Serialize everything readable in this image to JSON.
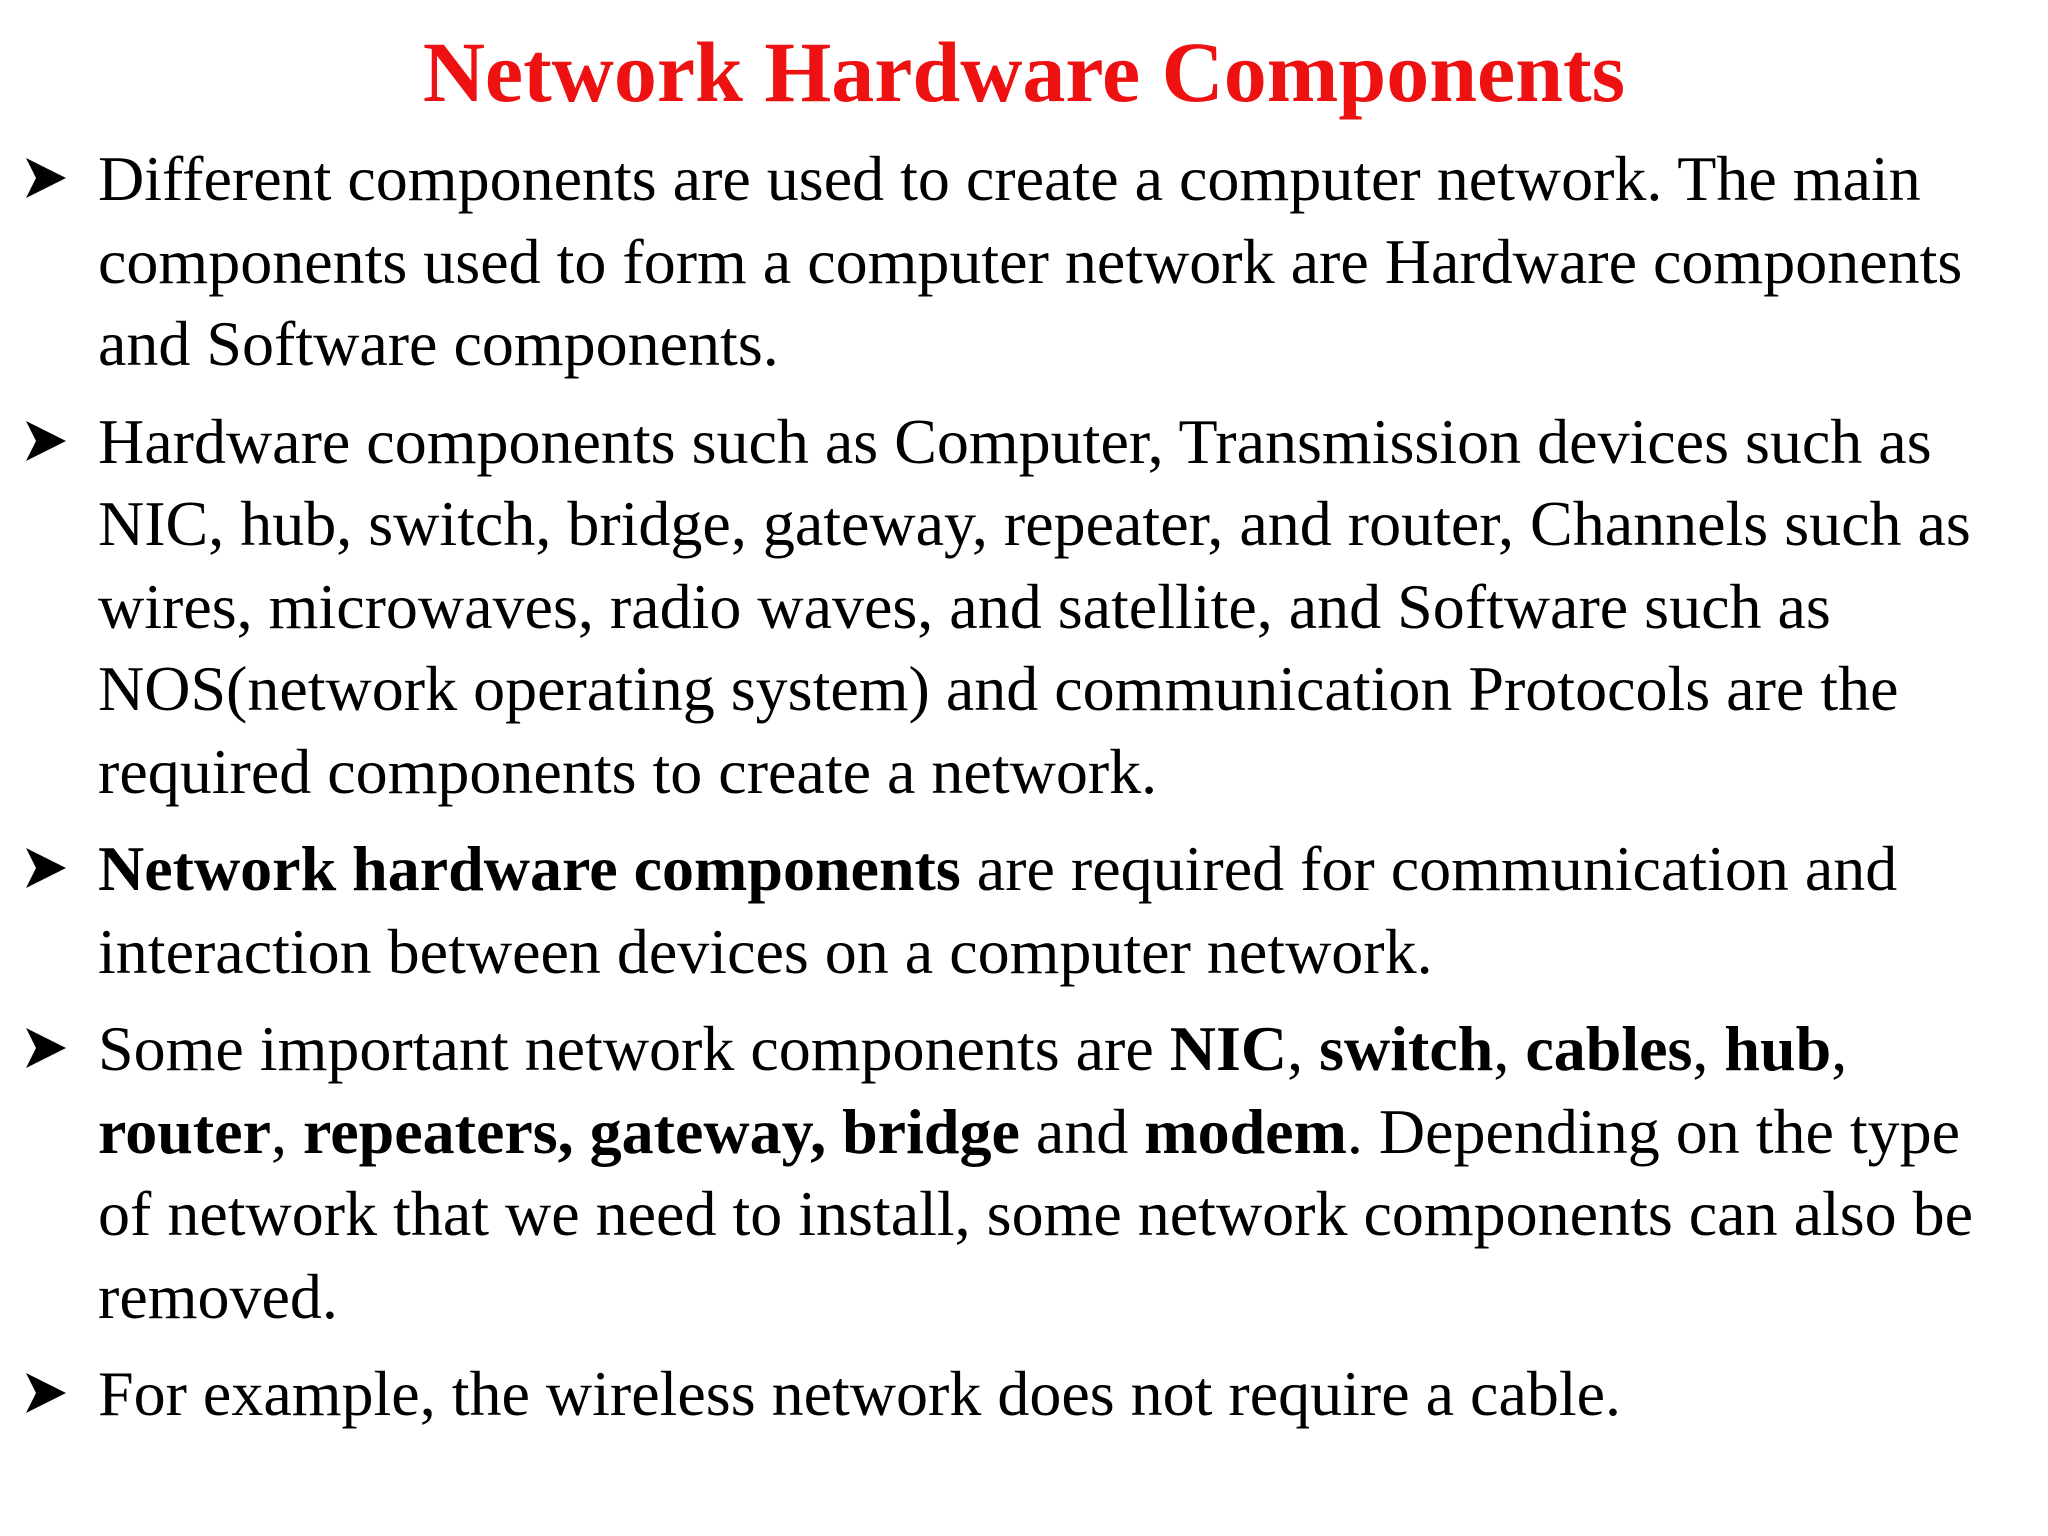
{
  "colors": {
    "title": "#ee1111",
    "text": "#000000",
    "background": "#ffffff"
  },
  "title": "Network Hardware Components",
  "bullet_icon": "arrow-bullet-icon",
  "bullets": [
    {
      "text": "Different components are used to create a computer network. The main components used to form a computer network are Hardware components and Software components."
    },
    {
      "text": " Hardware components such as Computer, Transmission devices such as NIC, hub, switch, bridge, gateway, repeater, and router, Channels such as wires, microwaves, radio waves, and satellite, and Software such as NOS(network operating system) and communication Protocols are the required components to create a network."
    },
    {
      "bold_lead": "Network hardware components",
      "text": " are required for communication and interaction between devices on a computer network."
    },
    {
      "parts": [
        "Some important network components are ",
        "NIC",
        ", ",
        "switch",
        ", ",
        "cables",
        ", ",
        "hub",
        ", ",
        "router",
        ", ",
        "repeaters, gateway, bridge",
        " and ",
        "modem",
        ". Depending on the type of network that we need to install, some network components can also be removed."
      ]
    },
    {
      "text": "For example, the wireless network does not require a cable."
    }
  ]
}
